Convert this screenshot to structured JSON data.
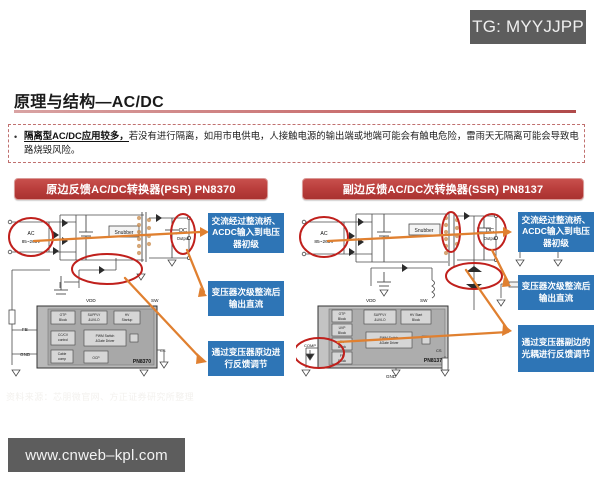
{
  "badge": {
    "label": "TG: MYYJJPP"
  },
  "title": {
    "text": "原理与结构—AC/DC"
  },
  "note": {
    "bullet": "•",
    "bold_lead": "隔离型AC/DC应用较多，",
    "body": "若没有进行隔离，如用市电供电，人接触电源的输出端或地端可能会有触电危险，雷雨天无隔离可能会导致电路烧毁风险。"
  },
  "panels": [
    {
      "header": "原边反馈AC/DC转换器(PSR) PN8370",
      "chip_label": "PN8370",
      "circuit_labels": {
        "ac_line1": "AC",
        "ac_line2": "85~265V",
        "snubber": "Snubber",
        "dc_line1": "DC",
        "dc_line2": "Output",
        "vdd": "VDD",
        "sw": "SW",
        "fb": "FB",
        "gnd": "GND",
        "cs": "CS",
        "block_otp": "OTP Block",
        "block_supply": "SUPPLY &UVLO",
        "block_hv": "HV Startup",
        "block_cccv": "CC/CV control",
        "block_cable": "Cable comp",
        "block_pwm": "PWM Switch &Gate Driver",
        "block_ocp": "OCP"
      },
      "annotations": [
        "交流经过整流桥、ACDC输入到电压器初级",
        "变压器次级整流后输出直流",
        "通过变压器原边进行反馈调节"
      ]
    },
    {
      "header": "副边反馈AC/DC次转换器(SSR) PN8137",
      "chip_label": "PN8137",
      "circuit_labels": {
        "ac_line1": "AC",
        "ac_line2": "85~265V",
        "snubber": "Snubber",
        "dc_line1": "DC",
        "dc_line2": "Output",
        "vdd": "VDD",
        "sw": "SW",
        "fb": "FB",
        "gnd": "GND",
        "cs": "CS",
        "comp": "COMP",
        "block_otp": "OTP Block",
        "block_supply": "SUPPLY &UVLO",
        "block_hv": "HV Start Block",
        "block_uvp": "UVP Block",
        "block_ov": "OV Block",
        "block_fb": "FB Block",
        "block_pwm": "PWM Switch &Gate Driver"
      },
      "annotations": [
        "交流经过整流桥、ACDC输入到电压器初级",
        "变压器次级整流后输出直流",
        "通过变压器副边的光耦进行反馈调节"
      ]
    }
  ],
  "source": {
    "text": "资料来源：芯朋微官网、方正证券研究所整理"
  },
  "watermark": {
    "text": "www.cnweb–kpl.com"
  },
  "colors": {
    "accent_red": "#b03a38",
    "annotation_blue": "#2e75b6",
    "arrow_orange": "#e08030",
    "circle_red": "#c0201c",
    "badge_gray": "#5d5d5d"
  }
}
